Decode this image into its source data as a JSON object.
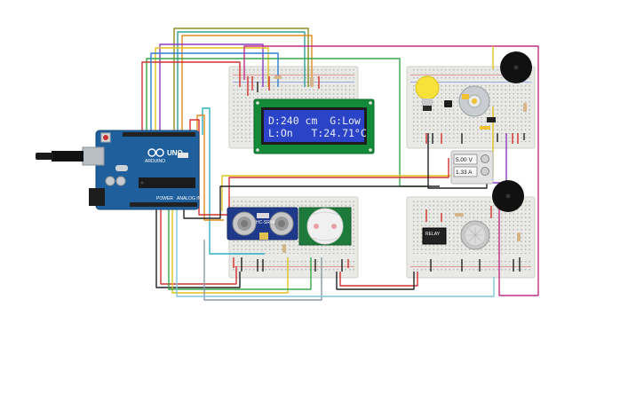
{
  "lcd": {
    "line1": "D:240 cm  G:Low",
    "line2": "L:On   T:24.71°C"
  },
  "arduino": {
    "brand": "UNO",
    "model": "ARDUINO",
    "label_power": "POWER",
    "label_analog": "ANALOG IN"
  },
  "ultrasonic": {
    "label": "HC-SR04"
  },
  "relay": {
    "label": "RELAY"
  },
  "power_supply": {
    "voltage": "5.00 V",
    "current": "1.33 A"
  },
  "colors": {
    "board": "#1f5f9b",
    "lcd_bezel": "#128a38",
    "lcd_screen": "#2b43c6",
    "breadboard": "#e9e9e6"
  }
}
